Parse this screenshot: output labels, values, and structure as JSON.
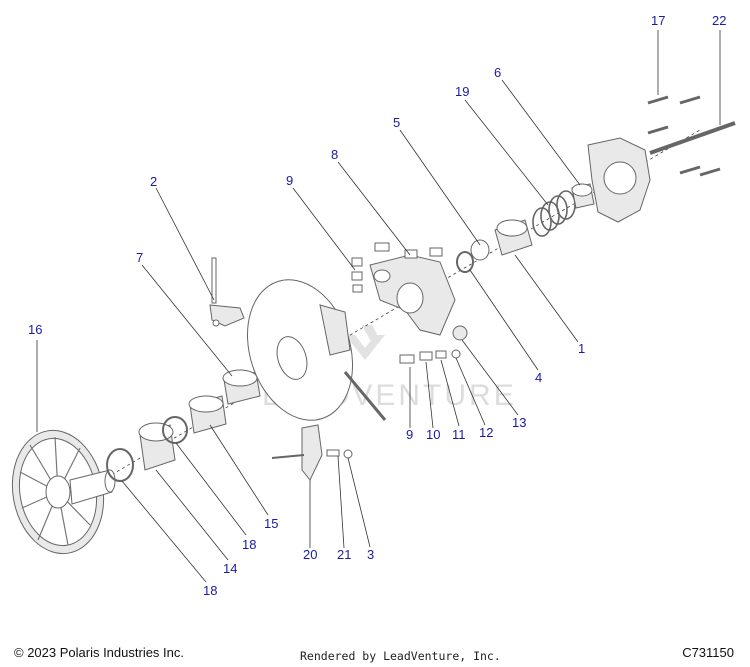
{
  "watermark": {
    "text": "LEADVENTURE"
  },
  "footer": {
    "copyright": "© 2023 Polaris Industries Inc.",
    "rendered_by": "Rendered by LeadVenture, Inc.",
    "diagram_code": "C731150"
  },
  "callouts": [
    "17",
    "22",
    "6",
    "19",
    "5",
    "8",
    "9",
    "2",
    "7",
    "16",
    "1",
    "4",
    "9",
    "10",
    "11",
    "12",
    "13",
    "15",
    "18",
    "20",
    "21",
    "3",
    "14",
    "18"
  ],
  "colors": {
    "callout": "#1a1aa6",
    "leader": "#333333",
    "part_stroke": "#666666"
  }
}
